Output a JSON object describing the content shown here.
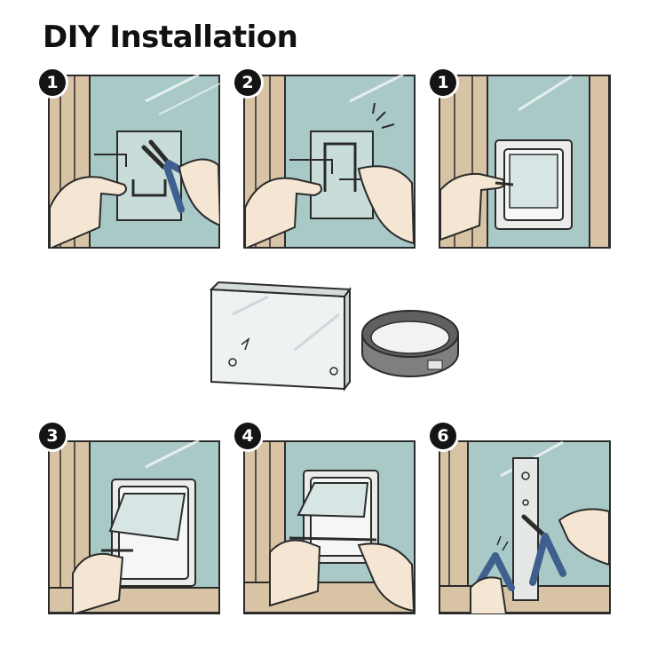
{
  "title": "DIY Installation",
  "steps": [
    {
      "number": "1"
    },
    {
      "number": "2"
    },
    {
      "number": "1"
    },
    {
      "number": "3"
    },
    {
      "number": "4"
    },
    {
      "number": "6"
    }
  ],
  "colors": {
    "glass": "#a9c9c7",
    "frame_wood": "#d8c3a5",
    "outline": "#2b2b2b",
    "tool_blue": "#3f5f8f",
    "skin": "#f4e6d3",
    "badge": "#141414"
  },
  "icons": [
    "scissor-pliers-icon",
    "hand-icon",
    "pet-door-flap-icon",
    "tunnel-ring-icon",
    "sparkle-icon"
  ]
}
